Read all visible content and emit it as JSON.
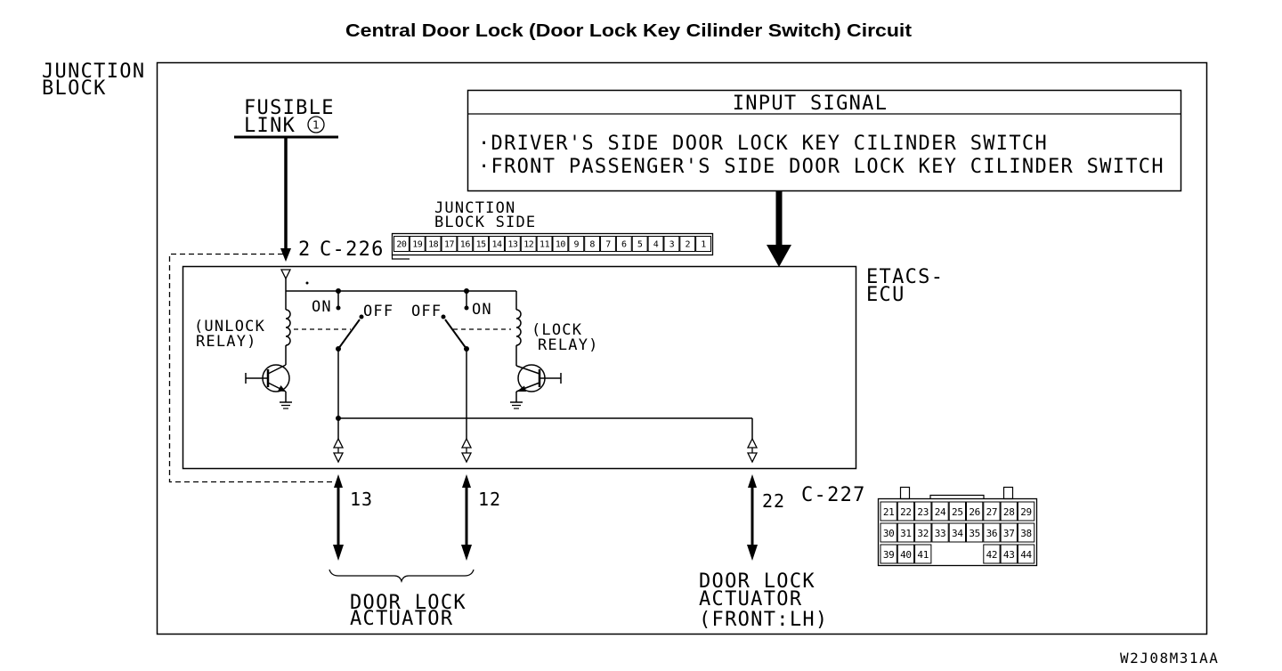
{
  "title": "Central Door Lock (Door Lock Key Cilinder Switch) Circuit",
  "junction_block": {
    "line1": "JUNCTION",
    "line2": "BLOCK"
  },
  "fusible_link": {
    "line1": "FUSIBLE",
    "line2": "LINK",
    "number": "1"
  },
  "input_signal": {
    "header": "INPUT SIGNAL",
    "items": [
      "·DRIVER'S SIDE DOOR LOCK KEY CILINDER SWITCH",
      "·FRONT PASSENGER'S SIDE DOOR LOCK KEY CILINDER SWITCH"
    ]
  },
  "jb_side": {
    "line1": "JUNCTION",
    "line2": "BLOCK SIDE",
    "pins": [
      "20",
      "19",
      "18",
      "17",
      "16",
      "15",
      "14",
      "13",
      "12",
      "11",
      "10",
      "9",
      "8",
      "7",
      "6",
      "5",
      "4",
      "3",
      "2",
      "1"
    ]
  },
  "c226": {
    "pin": "2",
    "name": "C-226"
  },
  "ecu": {
    "line1": "ETACS-",
    "line2": "ECU"
  },
  "unlock_relay": {
    "line1": "(UNLOCK",
    "line2": "RELAY)",
    "on": "ON",
    "off": "OFF"
  },
  "lock_relay": {
    "line1": "(LOCK",
    "line2": "RELAY)",
    "on": "ON",
    "off": "OFF"
  },
  "ecu_terminals": {
    "unlock_out": "13",
    "lock_out": "12",
    "front_lh_out": "22"
  },
  "c227": {
    "name": "C-227",
    "rows": [
      [
        "21",
        "22",
        "23",
        "24",
        "25",
        "26",
        "27",
        "28",
        "29"
      ],
      [
        "30",
        "31",
        "32",
        "33",
        "34",
        "35",
        "36",
        "37",
        "38"
      ],
      [
        "39",
        "40",
        "41",
        null,
        null,
        null,
        "42",
        "43",
        "44"
      ]
    ]
  },
  "actuators": {
    "left": {
      "line1": "DOOR LOCK",
      "line2": "ACTUATOR"
    },
    "front_lh": {
      "line1": "DOOR LOCK",
      "line2": "ACTUATOR",
      "line3": "(FRONT:LH)"
    }
  },
  "code": "W2J08M31AA"
}
